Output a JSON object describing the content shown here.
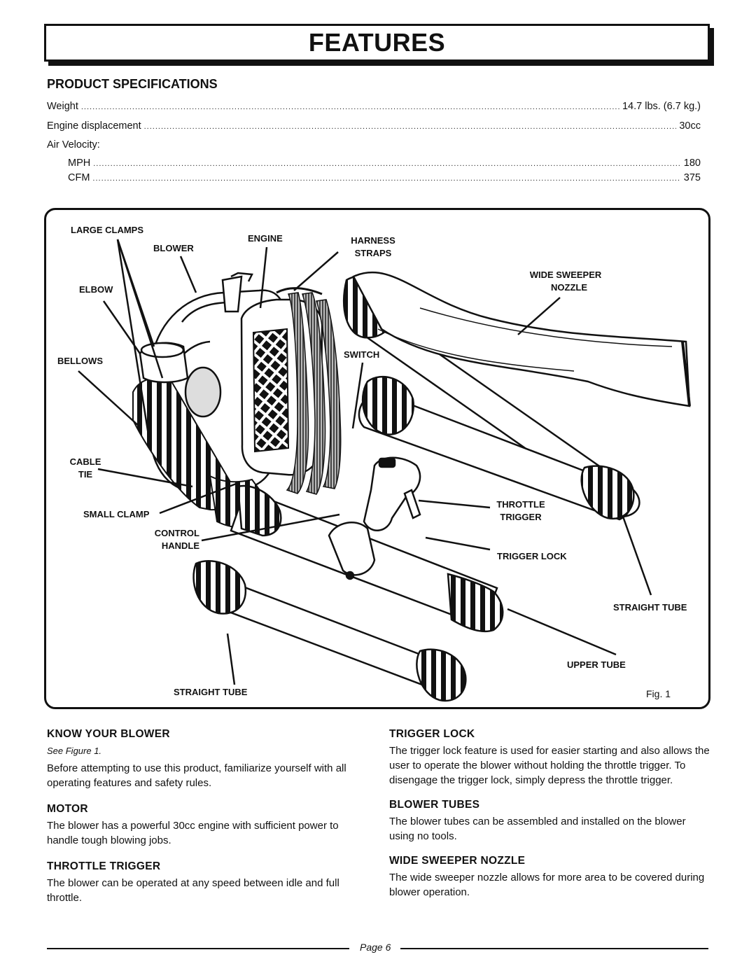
{
  "header": {
    "title": "FEATURES"
  },
  "specs": {
    "title": "PRODUCT SPECIFICATIONS",
    "weight": {
      "label": "Weight",
      "value": "14.7 lbs. (6.7 kg.)"
    },
    "engine": {
      "label": "Engine displacement",
      "value": "30cc"
    },
    "air_velocity": {
      "label": "Air Velocity:"
    },
    "mph": {
      "label": "MPH",
      "value": "180"
    },
    "cfm": {
      "label": "CFM",
      "value": "375"
    }
  },
  "figure": {
    "callouts": {
      "large_clamps": "LARGE CLAMPS",
      "blower": "BLOWER",
      "engine": "ENGINE",
      "harness_1": "HARNESS",
      "harness_2": "STRAPS",
      "wide_sweeper_1": "WIDE SWEEPER",
      "wide_sweeper_2": "NOZZLE",
      "elbow": "ELBOW",
      "bellows": "BELLOWS",
      "switch": "SWITCH",
      "cable_1": "CABLE",
      "cable_2": "TIE",
      "small_clamp": "SMALL CLAMP",
      "control_1": "CONTROL",
      "control_2": "HANDLE",
      "throttle_1": "THROTTLE",
      "throttle_2": "TRIGGER",
      "trigger_lock": "TRIGGER LOCK",
      "straight_tube_right": "STRAIGHT TUBE",
      "upper_tube": "UPPER TUBE",
      "straight_tube_bottom": "STRAIGHT TUBE"
    },
    "fig_label": "Fig. 1"
  },
  "sections": {
    "know": {
      "title": "KNOW YOUR BLOWER",
      "see": "See Figure 1.",
      "text": "Before attempting to use this product, familiarize yourself with all operating features and safety rules."
    },
    "motor": {
      "title": "MOTOR",
      "text": "The blower has a powerful 30cc engine with sufficient power to handle tough blowing jobs."
    },
    "throttle": {
      "title": "THROTTLE TRIGGER",
      "text": "The blower can be operated at any speed between idle and full throttle."
    },
    "trigger_lock": {
      "title": "TRIGGER LOCK",
      "text": "The trigger lock feature is used for easier starting and also allows the user to operate the blower without holding the throttle trigger. To disengage the trigger lock, simply depress the throttle trigger."
    },
    "tubes": {
      "title": "BLOWER TUBES",
      "text": "The blower tubes can be assembled and installed on the blower using no tools."
    },
    "nozzle": {
      "title": "WIDE SWEEPER NOZZLE",
      "text": "The wide sweeper nozzle allows for more area to be covered during blower operation."
    }
  },
  "footer": {
    "page": "Page 6"
  }
}
